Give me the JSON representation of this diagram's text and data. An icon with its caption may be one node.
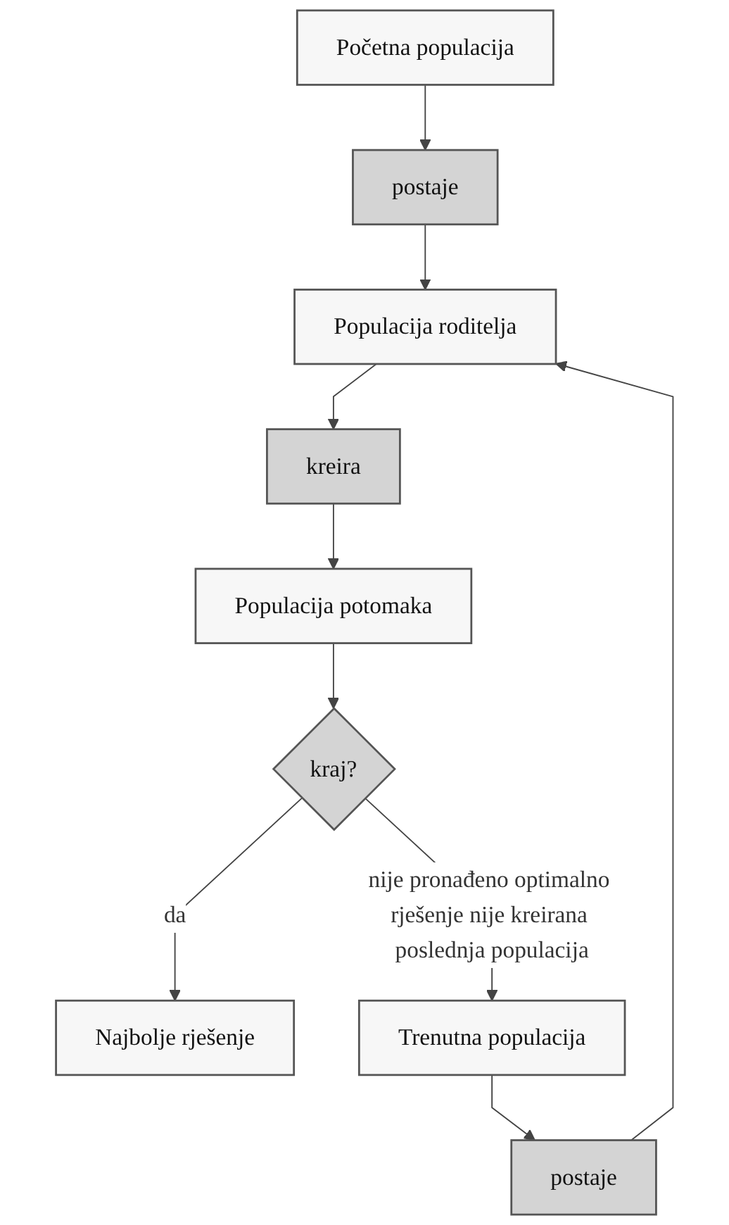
{
  "diagram": {
    "nodes": [
      {
        "text": [
          "Početna populacija"
        ]
      },
      {
        "text": [
          "postaje"
        ]
      },
      {
        "text": [
          "Populacija roditelja"
        ]
      },
      {
        "text": [
          "kreira"
        ]
      },
      {
        "text": [
          "Populacija potomaka"
        ]
      },
      {
        "text": [
          "kraj?"
        ]
      },
      {
        "text": [
          "Najbolje rješenje"
        ]
      },
      {
        "text": [
          "Trenutna populacija"
        ]
      },
      {
        "text": [
          "postaje"
        ]
      }
    ],
    "edges": [
      {
        "from": 0,
        "to": 1,
        "arrow": "to"
      },
      {
        "from": 1,
        "to": 2,
        "arrow": "to"
      },
      {
        "from": 2,
        "to": 3,
        "arrow": "to"
      },
      {
        "from": 3,
        "to": 4,
        "arrow": "to"
      },
      {
        "from": 4,
        "to": 5,
        "arrow": "to"
      },
      {
        "from": 5,
        "to": 6,
        "arrow": "to",
        "label": "da"
      },
      {
        "from": 5,
        "to": 7,
        "arrow": "to",
        "label": "nije pronađeno optimalno rješenje nije kreirana poslednja populacija"
      },
      {
        "from": 7,
        "to": 8,
        "arrow": "to"
      },
      {
        "from": 8,
        "to": 2,
        "arrow": "to"
      }
    ]
  }
}
